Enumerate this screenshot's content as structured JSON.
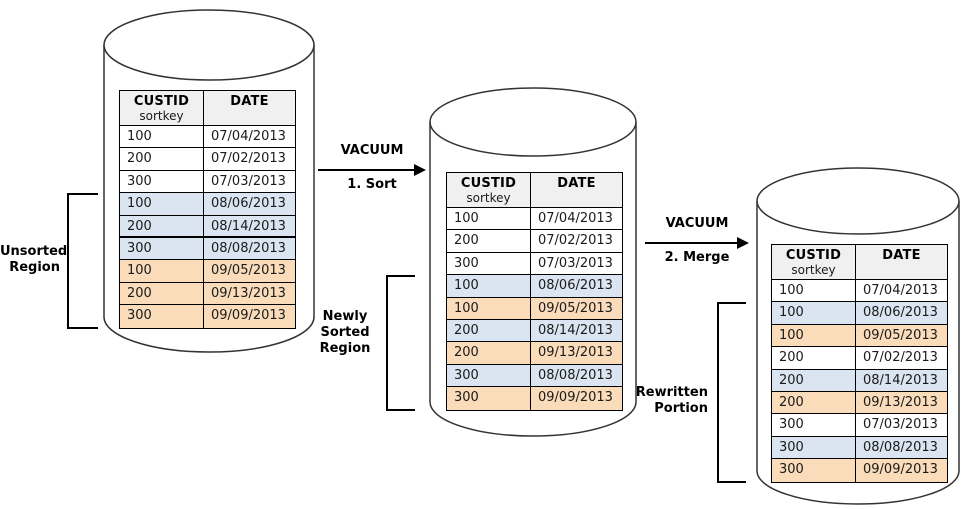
{
  "colors": {
    "row_white": "#FFFFFF",
    "row_blue": "#DBE5F1",
    "row_orange": "#FADCBB",
    "header_bg": "#F0F0F0",
    "border": "#000000",
    "cyl_stroke": "#333333"
  },
  "table_header": {
    "custid": "CUSTID",
    "sortkey": "sortkey",
    "date": "DATE"
  },
  "arrows": [
    {
      "title": "VACUUM",
      "step": "1. Sort"
    },
    {
      "title": "VACUUM",
      "step": "2. Merge"
    }
  ],
  "stages": [
    {
      "id": "initial",
      "label_lines": [
        "Unsorted",
        "Region"
      ],
      "rows": [
        {
          "custid": "100",
          "date": "07/04/2013",
          "color": "white"
        },
        {
          "custid": "200",
          "date": "07/02/2013",
          "color": "white"
        },
        {
          "custid": "300",
          "date": "07/03/2013",
          "color": "white"
        },
        {
          "custid": "100",
          "date": "08/06/2013",
          "color": "blue"
        },
        {
          "custid": "200",
          "date": "08/14/2013",
          "color": "blue",
          "thick_bottom": true
        },
        {
          "custid": "300",
          "date": "08/08/2013",
          "color": "blue"
        },
        {
          "custid": "100",
          "date": "09/05/2013",
          "color": "orange"
        },
        {
          "custid": "200",
          "date": "09/13/2013",
          "color": "orange"
        },
        {
          "custid": "300",
          "date": "09/09/2013",
          "color": "orange"
        }
      ]
    },
    {
      "id": "after-sort",
      "label_lines": [
        "Newly",
        "Sorted",
        "Region"
      ],
      "rows": [
        {
          "custid": "100",
          "date": "07/04/2013",
          "color": "white"
        },
        {
          "custid": "200",
          "date": "07/02/2013",
          "color": "white"
        },
        {
          "custid": "300",
          "date": "07/03/2013",
          "color": "white"
        },
        {
          "custid": "100",
          "date": "08/06/2013",
          "color": "blue"
        },
        {
          "custid": "100",
          "date": "09/05/2013",
          "color": "orange"
        },
        {
          "custid": "200",
          "date": "08/14/2013",
          "color": "blue"
        },
        {
          "custid": "200",
          "date": "09/13/2013",
          "color": "orange"
        },
        {
          "custid": "300",
          "date": "08/08/2013",
          "color": "blue"
        },
        {
          "custid": "300",
          "date": "09/09/2013",
          "color": "orange"
        }
      ]
    },
    {
      "id": "after-merge",
      "label_lines": [
        "Rewritten",
        "Portion"
      ],
      "rows": [
        {
          "custid": "100",
          "date": "07/04/2013",
          "color": "white"
        },
        {
          "custid": "100",
          "date": "08/06/2013",
          "color": "blue"
        },
        {
          "custid": "100",
          "date": "09/05/2013",
          "color": "orange"
        },
        {
          "custid": "200",
          "date": "07/02/2013",
          "color": "white"
        },
        {
          "custid": "200",
          "date": "08/14/2013",
          "color": "blue"
        },
        {
          "custid": "200",
          "date": "09/13/2013",
          "color": "orange"
        },
        {
          "custid": "300",
          "date": "07/03/2013",
          "color": "white"
        },
        {
          "custid": "300",
          "date": "08/08/2013",
          "color": "blue"
        },
        {
          "custid": "300",
          "date": "09/09/2013",
          "color": "orange"
        }
      ]
    }
  ]
}
